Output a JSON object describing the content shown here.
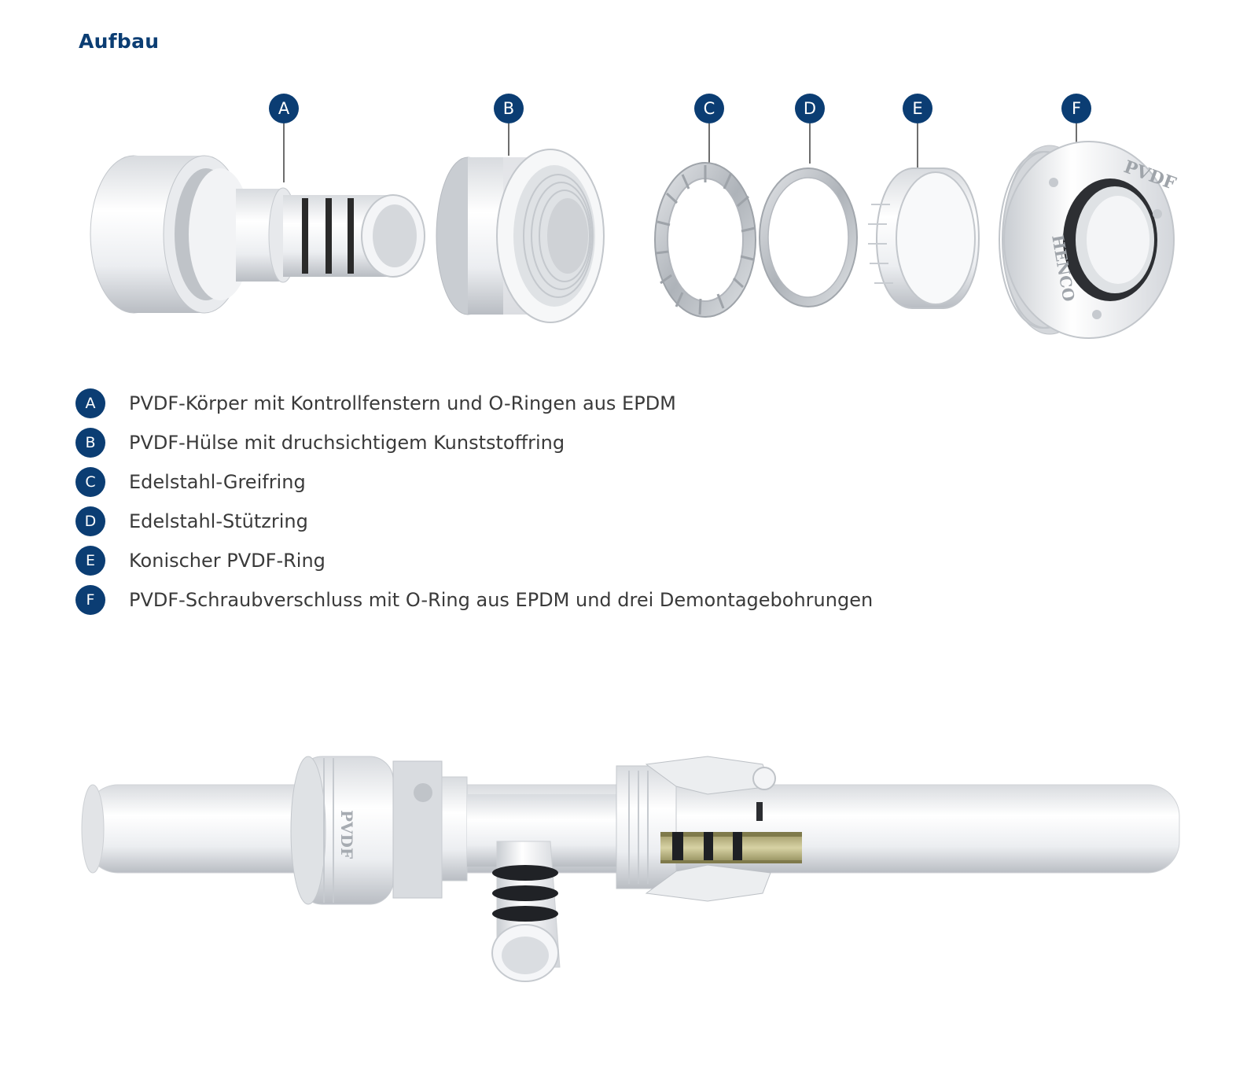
{
  "heading": "Aufbau",
  "brand_color": "#0b3d73",
  "components": [
    {
      "letter": "A",
      "description": "PVDF-Körper mit Kontrollfenstern und O-Ringen aus EPDM"
    },
    {
      "letter": "B",
      "description": "PVDF-Hülse mit druchsichtigem Kunststoffring"
    },
    {
      "letter": "C",
      "description": "Edelstahl-Greifring"
    },
    {
      "letter": "D",
      "description": "Edelstahl-Stützring"
    },
    {
      "letter": "E",
      "description": "Konischer PVDF-Ring"
    },
    {
      "letter": "F",
      "description": "PVDF-Schraubverschluss mit O-Ring aus EPDM und drei Demontagebohrungen"
    }
  ],
  "engravings": {
    "cap_top": "PVDF",
    "cap_side": "HENCO",
    "tee_sleeve": "PVDF"
  }
}
